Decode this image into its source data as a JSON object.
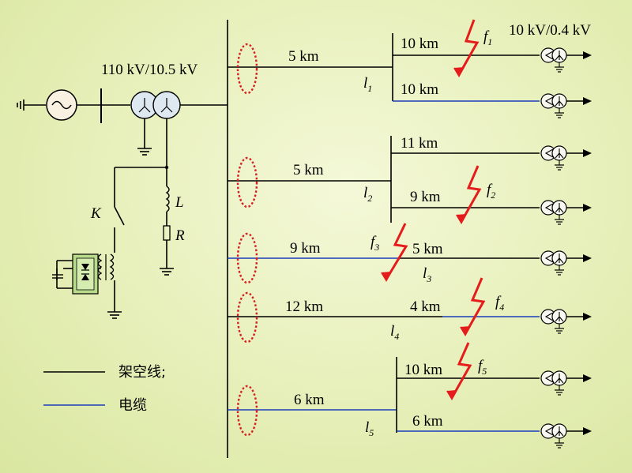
{
  "transformer_main": "110 kV/10.5 kV",
  "transformer_dist": "10 kV/0.4 kV",
  "components": {
    "switch": "K",
    "inductor": "L",
    "resistor": "R"
  },
  "legend": {
    "overhead": "架空线;",
    "cable": "电缆"
  },
  "colors": {
    "overhead": "#000000",
    "cable": "#1a3dbb",
    "fault": "#e51c1c",
    "ct": "#d42020"
  },
  "feeders": [
    {
      "line": "l",
      "idx": "1",
      "main_len": "5 km",
      "branches": [
        "10 km",
        "10 km"
      ]
    },
    {
      "line": "l",
      "idx": "2",
      "main_len": "5 km",
      "branches": [
        "11 km",
        "9 km"
      ]
    },
    {
      "line": "l",
      "idx": "3",
      "main_len": "9 km",
      "branches": [
        "5 km"
      ]
    },
    {
      "line": "l",
      "idx": "4",
      "main_len": "12 km",
      "branches": [
        "4 km"
      ]
    },
    {
      "line": "l",
      "idx": "5",
      "main_len": "6 km",
      "branches": [
        "10 km",
        "6 km"
      ]
    }
  ],
  "faults": [
    {
      "f": "f",
      "idx": "1"
    },
    {
      "f": "f",
      "idx": "2"
    },
    {
      "f": "f",
      "idx": "3"
    },
    {
      "f": "f",
      "idx": "4"
    },
    {
      "f": "f",
      "idx": "5"
    }
  ]
}
